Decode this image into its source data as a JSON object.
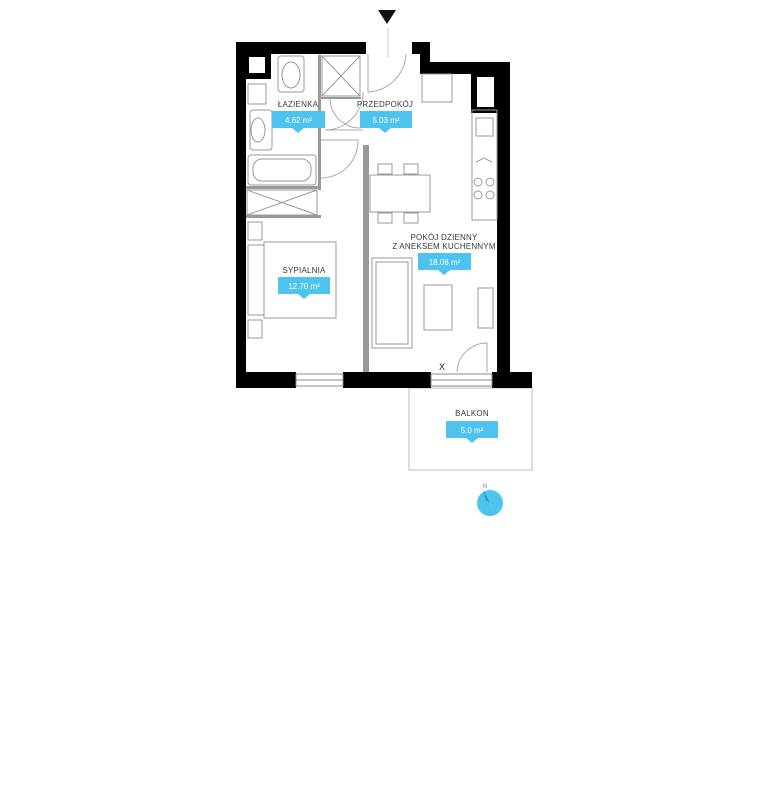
{
  "accent_color": "#4fc3f0",
  "wall_color": "#000000",
  "rooms": [
    {
      "name": "ŁAZIENKA",
      "area": "4.62 m²"
    },
    {
      "name": "PRZEDPOKÓJ",
      "area": "5.03 m²"
    },
    {
      "name_line1": "POKÓJ DZIENNY",
      "name_line2": "Z ANEKSEM KUCHENNYM",
      "area": "18.08 m²"
    },
    {
      "name": "SYPIALNIA",
      "area": "12.70 m²"
    },
    {
      "name": "BALKON",
      "area": "5.0 m²"
    }
  ],
  "markers": {
    "door_mark": "X",
    "north_label": "N"
  },
  "icons": [
    "entrance-arrow-icon",
    "compass-icon"
  ]
}
